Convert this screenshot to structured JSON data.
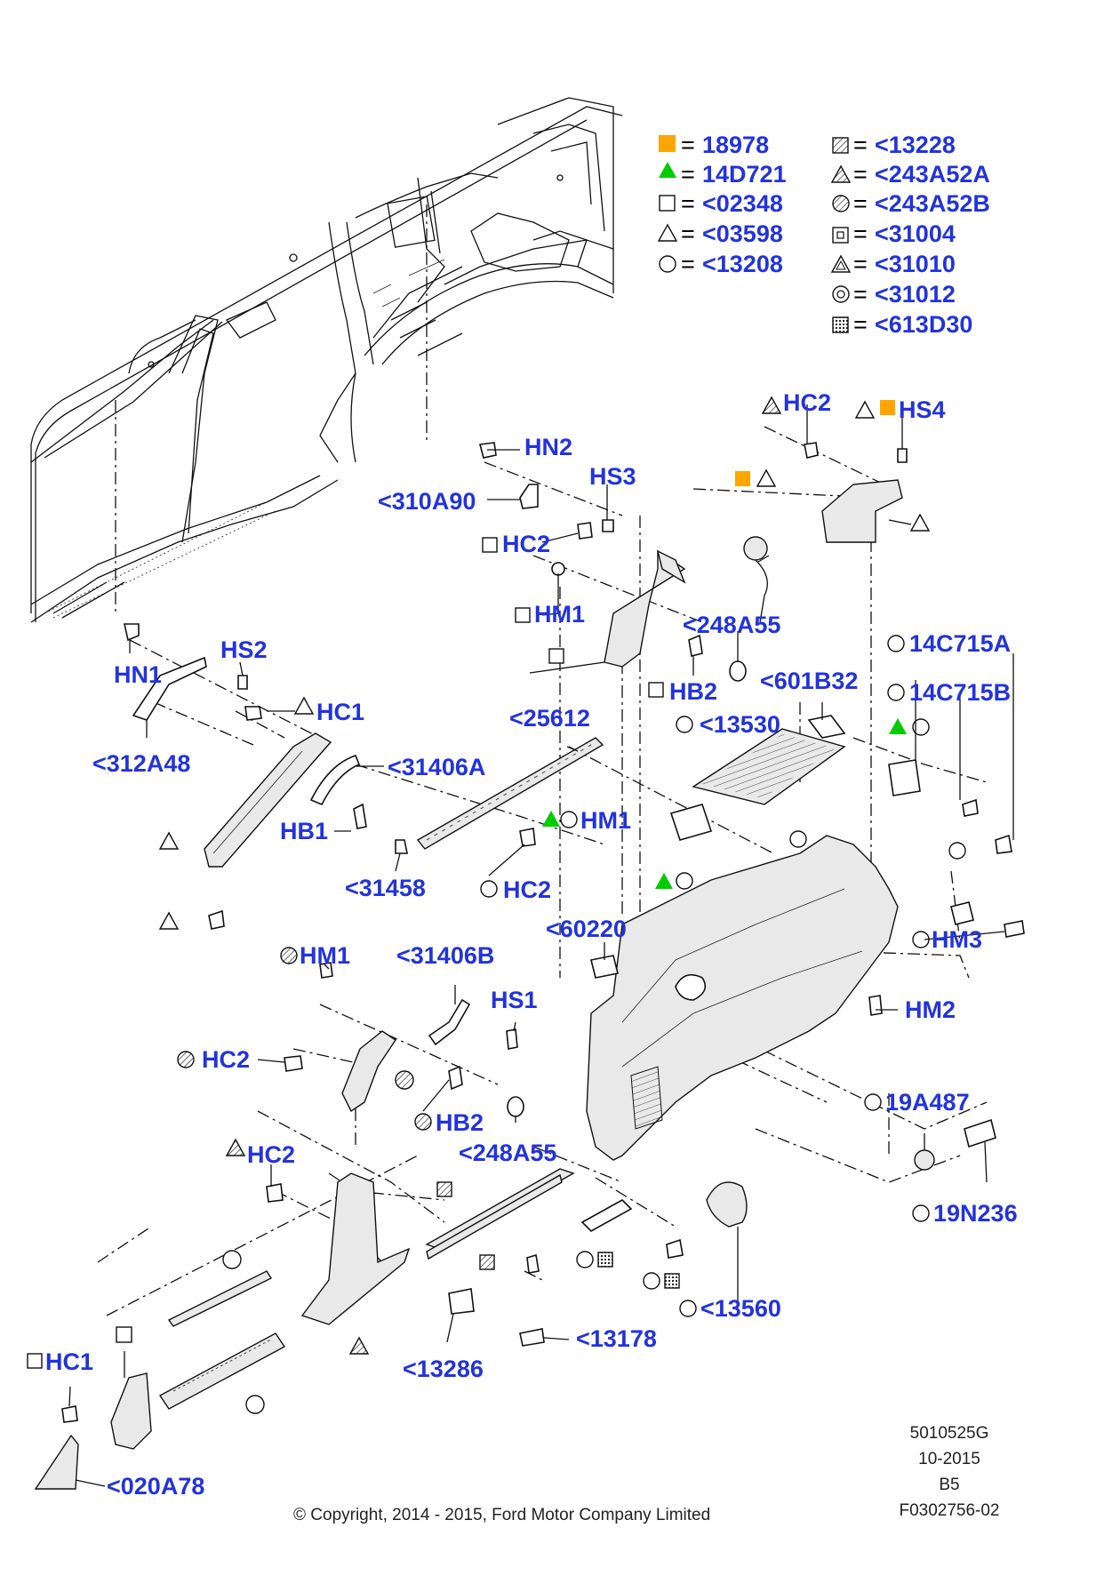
{
  "legend": {
    "left": [
      {
        "symbol": "filled-orange-square",
        "label": "18978"
      },
      {
        "symbol": "filled-green-triangle",
        "label": "14D721"
      },
      {
        "symbol": "outline-square",
        "label": "<02348"
      },
      {
        "symbol": "outline-triangle",
        "label": "<03598"
      },
      {
        "symbol": "outline-circle",
        "label": "<13208"
      }
    ],
    "right": [
      {
        "symbol": "hatched-square",
        "label": "<13228"
      },
      {
        "symbol": "hatched-triangle",
        "label": "<243A52A"
      },
      {
        "symbol": "hatched-circle",
        "label": "<243A52B"
      },
      {
        "symbol": "double-square",
        "label": "<31004"
      },
      {
        "symbol": "double-triangle",
        "label": "<31010"
      },
      {
        "symbol": "double-circle",
        "label": "<31012"
      },
      {
        "symbol": "grid-square",
        "label": "<613D30"
      }
    ]
  },
  "callouts": {
    "hc2_top": "HC2",
    "hs4": "HS4",
    "hn2": "HN2",
    "hs3": "HS3",
    "p310a90": "<310A90",
    "hc2_mid": "HC2",
    "hm1_top": "HM1",
    "p248a55_top": "<248A55",
    "hb2_top": "HB2",
    "p601b32": "<601B32",
    "p14c715a": "14C715A",
    "p14c715b": "14C715B",
    "p13530": "<13530",
    "hs2": "HS2",
    "hn1": "HN1",
    "hc1_top": "HC1",
    "p312a48": "<312A48",
    "p25612": "<25612",
    "p31406a": "<31406A",
    "hm1_green": "HM1",
    "hb1": "HB1",
    "p31458": "<31458",
    "hc2_green": "HC2",
    "p60220": "<60220",
    "hm3": "HM3",
    "hm1_bot": "HM1",
    "p31406b": "<31406B",
    "hs1": "HS1",
    "hm2": "HM2",
    "hc2_left": "HC2",
    "hb2_bot": "HB2",
    "p248a55_bot": "<248A55",
    "p19a487": "19A487",
    "hc2_low": "HC2",
    "p19n236": "19N236",
    "p13560": "<13560",
    "p13178": "<13178",
    "p13286": "<13286",
    "hc1_bot": "HC1",
    "p020a78": "<020A78"
  },
  "footer": {
    "code1": "5010525G",
    "date": "10-2015",
    "code2": "B5",
    "code3": "F0302756-02",
    "copyright": "© Copyright, 2014 - 2015, Ford Motor Company Limited"
  },
  "colors": {
    "callout_blue": "#2233dd",
    "orange": "#ffa500",
    "green": "#00cc00"
  }
}
